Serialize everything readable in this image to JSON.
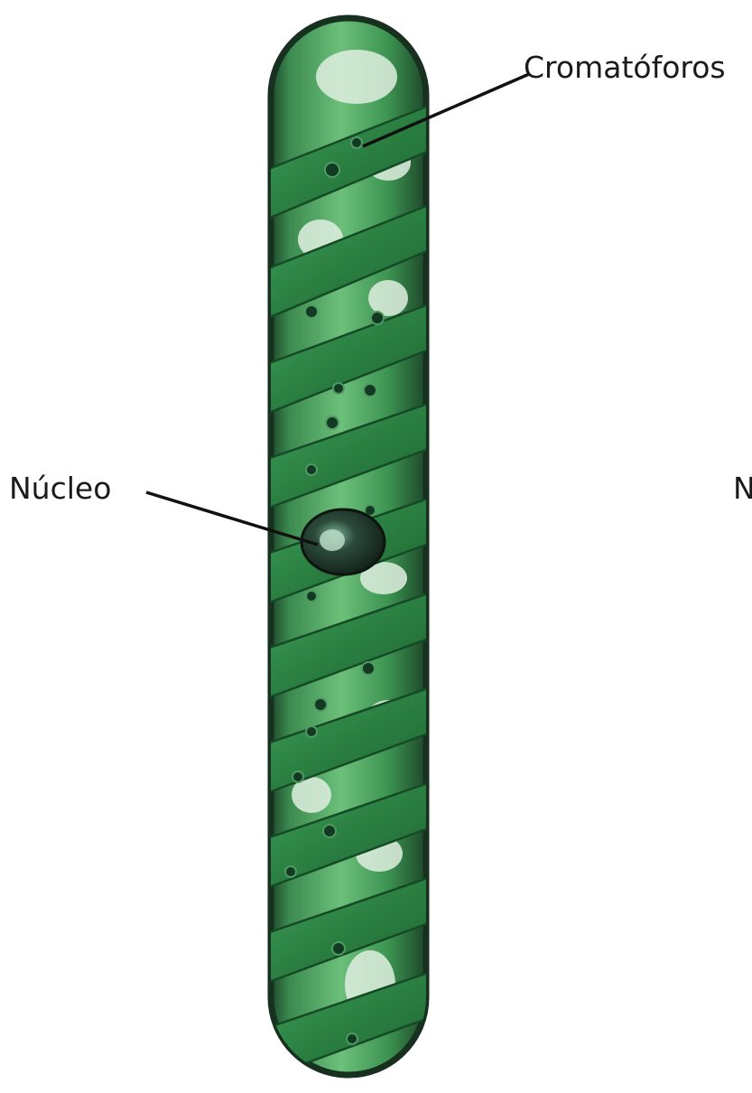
{
  "labels": {
    "chromatophores": "Cromatóforos",
    "nucleus": "Núcleo",
    "cut_off_right": "N"
  },
  "colors": {
    "background": "#ffffff",
    "cell_wall": "#17301f",
    "cytoplasm": "#58b06a",
    "chloroplast_band": "#2f8a45",
    "band_highlight": "#9fd9a8",
    "pyrenoid": "#123a22",
    "nucleus": "#1b2a22",
    "leader_line": "#111111"
  },
  "icons": {
    "cell": "spirogyra-cell-illustration",
    "nucleus": "nucleus-shape",
    "pyrenoid": "pyrenoid-dot"
  }
}
